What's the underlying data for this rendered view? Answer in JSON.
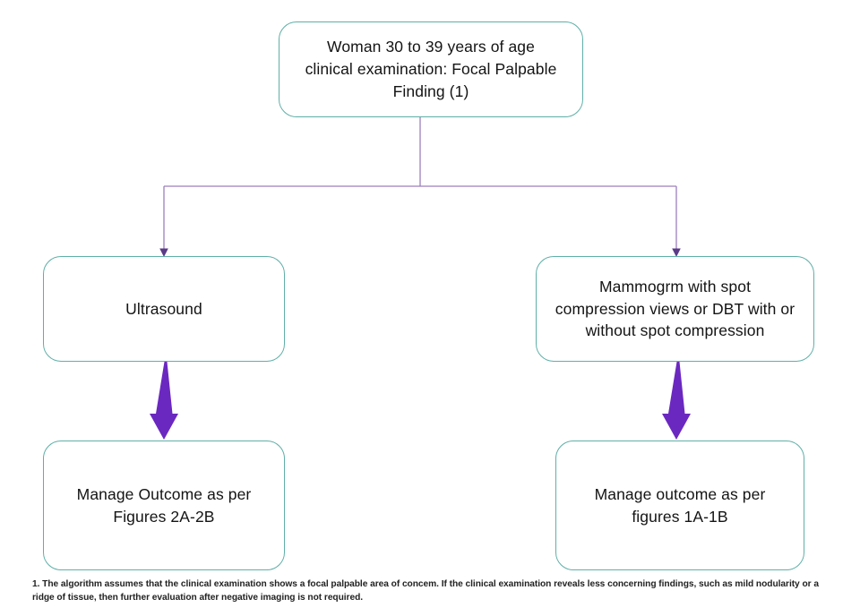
{
  "diagram": {
    "type": "flowchart",
    "title_node": "Woman 30 to 39 years of age clinical examination: Focal Palpable Finding (1)",
    "colors": {
      "node_border": "#5FAFA8",
      "node_fill": "#FFFFFF",
      "thin_connector": "#8E6FAE",
      "thick_arrow": "#6B28C0",
      "text": "#141414"
    },
    "nodes": [
      {
        "id": "root",
        "label": "Woman 30 to 39 years of age\nclinical examination: Focal Palpable\nFinding (1)"
      },
      {
        "id": "ultrasound",
        "label": "Ultrasound"
      },
      {
        "id": "mammogram",
        "label": "Mammogrm with spot\ncompression views or DBT with or\nwithout spot compression"
      },
      {
        "id": "outcome-left",
        "label": "Manage Outcome as per\nFigures 2A-2B"
      },
      {
        "id": "outcome-right",
        "label": "Manage outcome as per\nfigures 1A-1B"
      }
    ],
    "edges": [
      {
        "id": "root-to-ultrasound",
        "from": "root",
        "to": "ultrasound",
        "style": "thin-elbow-arrow"
      },
      {
        "id": "root-to-mammogram",
        "from": "root",
        "to": "mammogram",
        "style": "thin-elbow-arrow"
      },
      {
        "id": "ultrasound-to-outcome-left",
        "from": "ultrasound",
        "to": "outcome-left",
        "style": "thick-tapered-arrow"
      },
      {
        "id": "mammogram-to-outcome-right",
        "from": "mammogram",
        "to": "outcome-right",
        "style": "thick-tapered-arrow"
      }
    ]
  },
  "footnote": {
    "text": "1. The algorithm assumes that the clinical examination shows a focal palpable area of concem. If the clinical examination reveals less concerning findings, such as mild nodularity or a ridge of tissue, then further evaluation after negative imaging is not required."
  }
}
